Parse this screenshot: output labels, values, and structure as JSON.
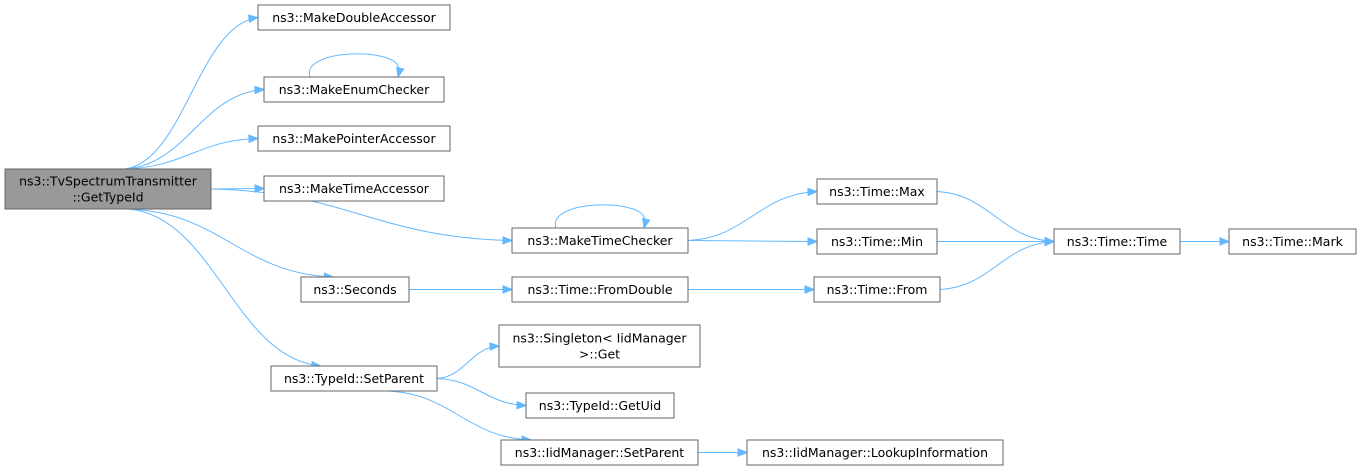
{
  "nodes": [
    {
      "id": "root",
      "lines": [
        "ns3::TvSpectrumTransmitter",
        "::GetTypeId"
      ],
      "root": true
    },
    {
      "id": "make_double_accessor",
      "lines": [
        "ns3::MakeDoubleAccessor"
      ]
    },
    {
      "id": "make_enum_checker",
      "lines": [
        "ns3::MakeEnumChecker"
      ]
    },
    {
      "id": "make_pointer_accessor",
      "lines": [
        "ns3::MakePointerAccessor"
      ]
    },
    {
      "id": "make_time_accessor",
      "lines": [
        "ns3::MakeTimeAccessor"
      ]
    },
    {
      "id": "make_time_checker",
      "lines": [
        "ns3::MakeTimeChecker"
      ]
    },
    {
      "id": "seconds",
      "lines": [
        "ns3::Seconds"
      ]
    },
    {
      "id": "typeid_setparent",
      "lines": [
        "ns3::TypeId::SetParent"
      ]
    },
    {
      "id": "time_max",
      "lines": [
        "ns3::Time::Max"
      ]
    },
    {
      "id": "time_min",
      "lines": [
        "ns3::Time::Min"
      ]
    },
    {
      "id": "time_fromdouble",
      "lines": [
        "ns3::Time::FromDouble"
      ]
    },
    {
      "id": "time_from",
      "lines": [
        "ns3::Time::From"
      ]
    },
    {
      "id": "time_time",
      "lines": [
        "ns3::Time::Time"
      ]
    },
    {
      "id": "time_mark",
      "lines": [
        "ns3::Time::Mark"
      ]
    },
    {
      "id": "singleton_get",
      "lines": [
        "ns3::Singleton< IidManager",
        ">::Get"
      ]
    },
    {
      "id": "typeid_getuid",
      "lines": [
        "ns3::TypeId::GetUid"
      ]
    },
    {
      "id": "iidmanager_setparent",
      "lines": [
        "ns3::IidManager::SetParent"
      ]
    },
    {
      "id": "iidmanager_lookup",
      "lines": [
        "ns3::IidManager::LookupInformation"
      ]
    }
  ],
  "edges": [
    {
      "from": "root",
      "to": "make_double_accessor"
    },
    {
      "from": "root",
      "to": "make_enum_checker"
    },
    {
      "from": "root",
      "to": "make_pointer_accessor"
    },
    {
      "from": "root",
      "to": "make_time_accessor"
    },
    {
      "from": "root",
      "to": "make_time_checker"
    },
    {
      "from": "root",
      "to": "seconds"
    },
    {
      "from": "root",
      "to": "typeid_setparent"
    },
    {
      "from": "make_enum_checker",
      "to": "make_enum_checker",
      "self": true
    },
    {
      "from": "make_time_checker",
      "to": "make_time_checker",
      "self": true
    },
    {
      "from": "make_time_checker",
      "to": "time_max"
    },
    {
      "from": "make_time_checker",
      "to": "time_min"
    },
    {
      "from": "seconds",
      "to": "time_fromdouble"
    },
    {
      "from": "time_fromdouble",
      "to": "time_from"
    },
    {
      "from": "time_max",
      "to": "time_time"
    },
    {
      "from": "time_min",
      "to": "time_time"
    },
    {
      "from": "time_from",
      "to": "time_time"
    },
    {
      "from": "time_time",
      "to": "time_mark"
    },
    {
      "from": "typeid_setparent",
      "to": "singleton_get"
    },
    {
      "from": "typeid_setparent",
      "to": "typeid_getuid"
    },
    {
      "from": "typeid_setparent",
      "to": "iidmanager_setparent"
    },
    {
      "from": "iidmanager_setparent",
      "to": "iidmanager_lookup"
    }
  ],
  "colors": {
    "edge": "#63b8ff",
    "node_border": "#666666",
    "root_fill": "#999999",
    "node_fill": "#ffffff"
  }
}
